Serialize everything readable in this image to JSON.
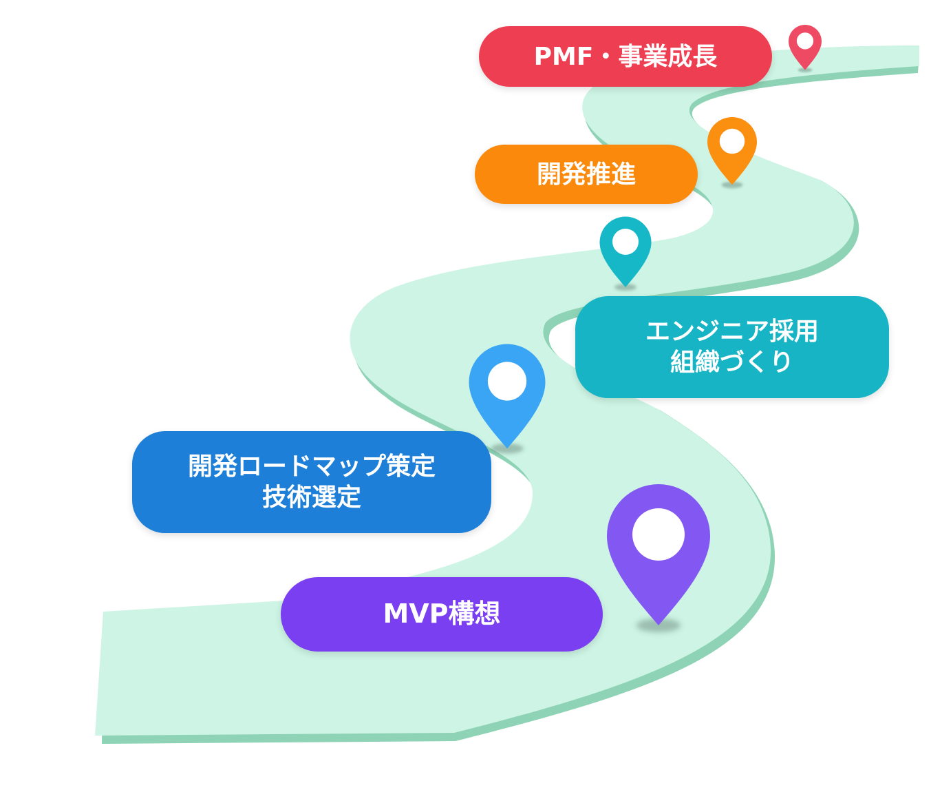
{
  "milestones": [
    {
      "id": "mvp",
      "lines": [
        "MVP構想"
      ],
      "color": "#7a3ff0",
      "pin_color": "#8257f2"
    },
    {
      "id": "roadmap",
      "lines": [
        "開発ロードマップ策定",
        "技術選定"
      ],
      "color": "#1d7fd8",
      "pin_color": "#3aa5f4"
    },
    {
      "id": "hiring",
      "lines": [
        "エンジニア採用",
        "組織づくり"
      ],
      "color": "#16b4c4",
      "pin_color": "#16b8c8"
    },
    {
      "id": "dev",
      "lines": [
        "開発推進"
      ],
      "color": "#fb8a0c",
      "pin_color": "#fb8f10"
    },
    {
      "id": "pmf",
      "lines": [
        "PMF・事業成長"
      ],
      "color": "#ee3f52",
      "pin_color": "#ef4a64"
    }
  ],
  "road_color": "#cdf4e4",
  "road_edge_color": "#8fd3b6"
}
